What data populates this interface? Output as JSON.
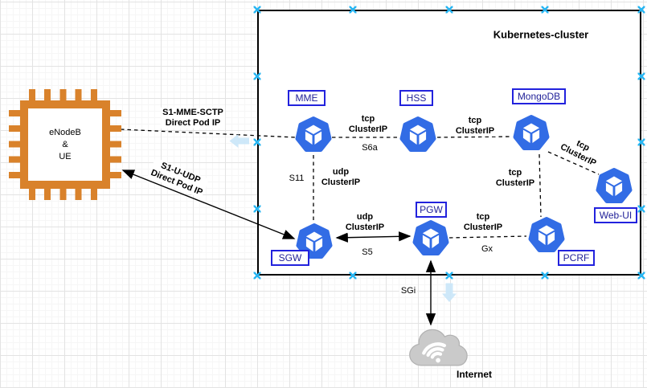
{
  "diagram": {
    "cluster_title": "Kubernetes-cluster",
    "nodes": {
      "mme": {
        "label": "MME"
      },
      "hss": {
        "label": "HSS"
      },
      "mongodb": {
        "label": "MongoDB"
      },
      "webui": {
        "label": "Web-UI"
      },
      "sgw": {
        "label": "SGW"
      },
      "pgw": {
        "label": "PGW"
      },
      "pcrf": {
        "label": "PCRF"
      }
    },
    "external": {
      "enodeb": {
        "line1": "eNodeB",
        "line2": "&",
        "line3": "UE"
      },
      "internet": {
        "label": "Internet"
      }
    },
    "edges": {
      "enodeb_mme": {
        "label1": "S1-MME-SCTP",
        "label2": "Direct Pod IP"
      },
      "enodeb_sgw": {
        "label1": "S1-U-UDP",
        "label2": "Direct Pod IP"
      },
      "mme_hss": {
        "proto": "tcp",
        "service": "ClusterIP",
        "interface": "S6a"
      },
      "hss_mongodb": {
        "proto": "tcp",
        "service": "ClusterIP"
      },
      "mongodb_webui": {
        "proto": "tcp",
        "service": "ClusterIP"
      },
      "mongodb_pcrf": {
        "proto": "tcp",
        "service": "ClusterIP"
      },
      "mme_sgw": {
        "proto": "udp",
        "service": "ClusterIP",
        "interface": "S11"
      },
      "sgw_pgw": {
        "proto": "udp",
        "service": "ClusterIP",
        "interface": "S5"
      },
      "pgw_pcrf": {
        "proto": "tcp",
        "service": "ClusterIP",
        "interface": "Gx"
      },
      "pgw_internet": {
        "interface": "SGi"
      }
    },
    "icons": {
      "pod": "kubernetes-pod-icon",
      "enodeb": "chip-icon",
      "internet": "cloud-icon",
      "wifi": "wifi-icon",
      "connection_point": "connection-point-icon"
    },
    "colors": {
      "pod_blue": "#326CE5",
      "node_label_blue": "#2222DD",
      "chip_orange": "#D9822B",
      "cloud_gray": "#CACACA",
      "handle_cyan": "#29B6F2",
      "hint_blue": "#C9E5F8",
      "edge_black": "#000000"
    }
  }
}
